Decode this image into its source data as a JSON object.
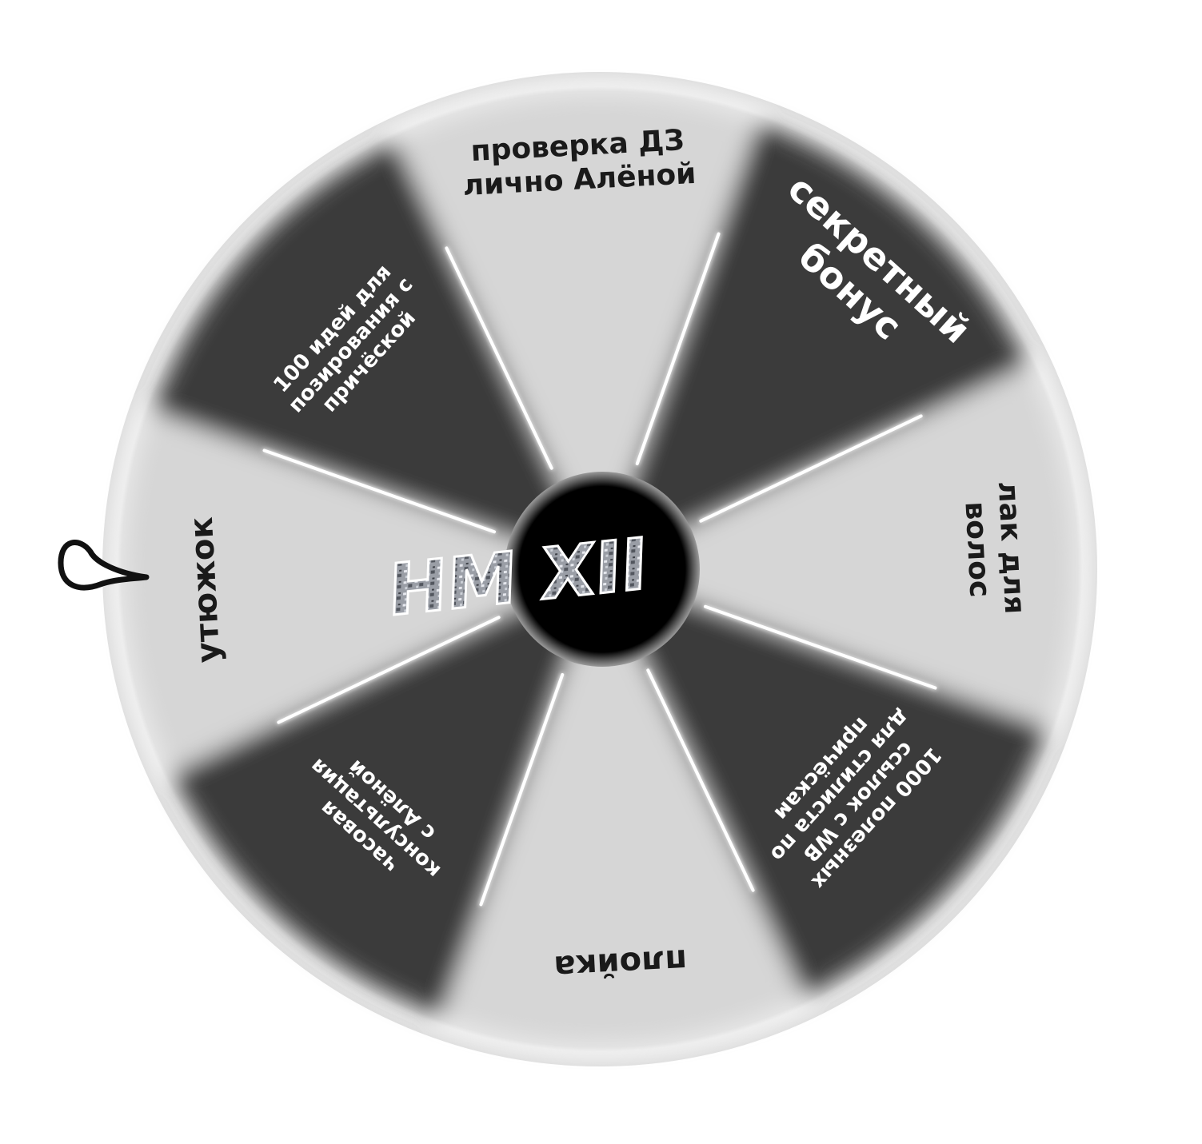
{
  "wheel": {
    "center_logo": "HM XII",
    "pointer": "pointer-icon",
    "sectors": [
      {
        "lines": [
          "проверка ДЗ",
          "лично Алёной"
        ],
        "tone": "light"
      },
      {
        "lines": [
          "секретный",
          "бонус"
        ],
        "tone": "dark"
      },
      {
        "lines": [
          "лак для",
          "волос"
        ],
        "tone": "light"
      },
      {
        "lines": [
          "1000 полезных",
          "ссылок с WB",
          "для стилиста по",
          "причёскам"
        ],
        "tone": "dark"
      },
      {
        "lines": [
          "плойка"
        ],
        "tone": "light"
      },
      {
        "lines": [
          "часовая",
          "консультация",
          "с Алёной"
        ],
        "tone": "dark"
      },
      {
        "lines": [
          "утюжок"
        ],
        "tone": "light"
      },
      {
        "lines": [
          "100 идей для",
          "позирования с",
          "причёской"
        ],
        "tone": "dark"
      }
    ],
    "colors": {
      "dark": "#3a3a3a",
      "light": "#d6d6d6",
      "rim": "#eeeeee",
      "hub": "#000000",
      "text_on_dark": "#ffffff",
      "text_on_light": "#1a1a1a"
    }
  }
}
